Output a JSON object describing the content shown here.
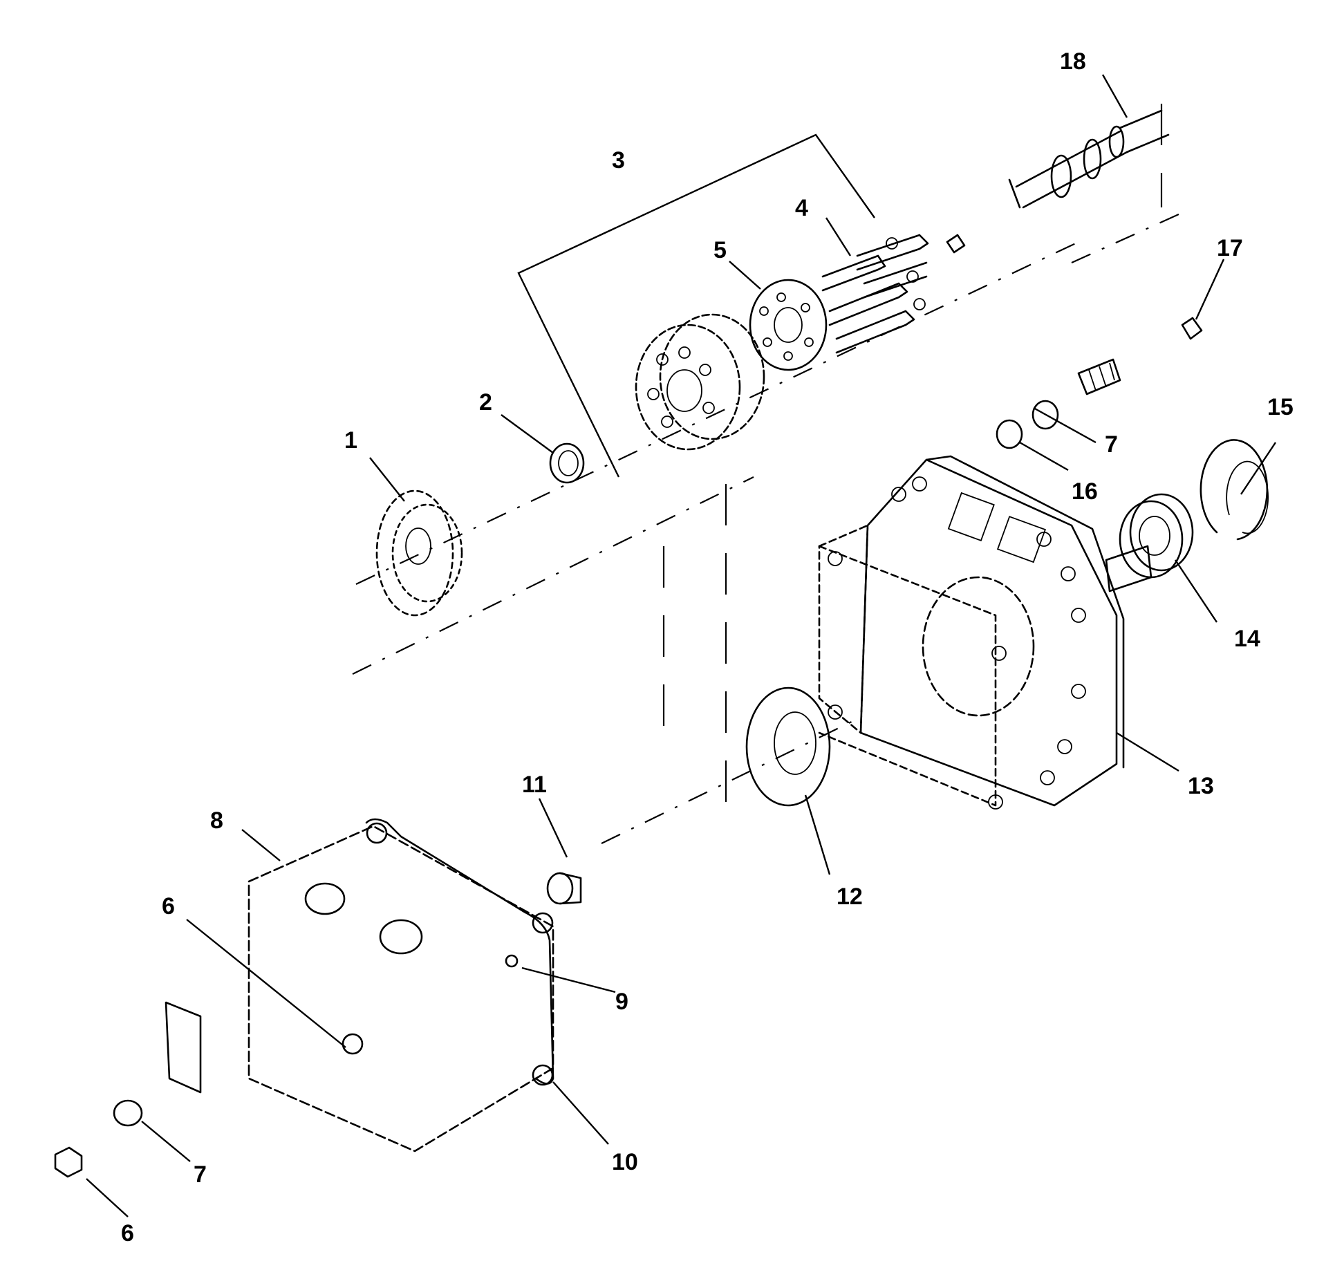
{
  "callouts": [
    {
      "id": "1",
      "label": "1"
    },
    {
      "id": "2",
      "label": "2"
    },
    {
      "id": "3",
      "label": "3"
    },
    {
      "id": "4",
      "label": "4"
    },
    {
      "id": "5",
      "label": "5"
    },
    {
      "id": "6a",
      "label": "6"
    },
    {
      "id": "6b",
      "label": "6"
    },
    {
      "id": "7a",
      "label": "7"
    },
    {
      "id": "7b",
      "label": "7"
    },
    {
      "id": "8",
      "label": "8"
    },
    {
      "id": "9",
      "label": "9"
    },
    {
      "id": "10",
      "label": "10"
    },
    {
      "id": "11",
      "label": "11"
    },
    {
      "id": "12",
      "label": "12"
    },
    {
      "id": "13",
      "label": "13"
    },
    {
      "id": "14",
      "label": "14"
    },
    {
      "id": "15",
      "label": "15"
    },
    {
      "id": "16",
      "label": "16"
    },
    {
      "id": "17",
      "label": "17"
    },
    {
      "id": "18",
      "label": "18"
    }
  ],
  "colors": {
    "ink": "#000000",
    "paper": "#ffffff"
  }
}
